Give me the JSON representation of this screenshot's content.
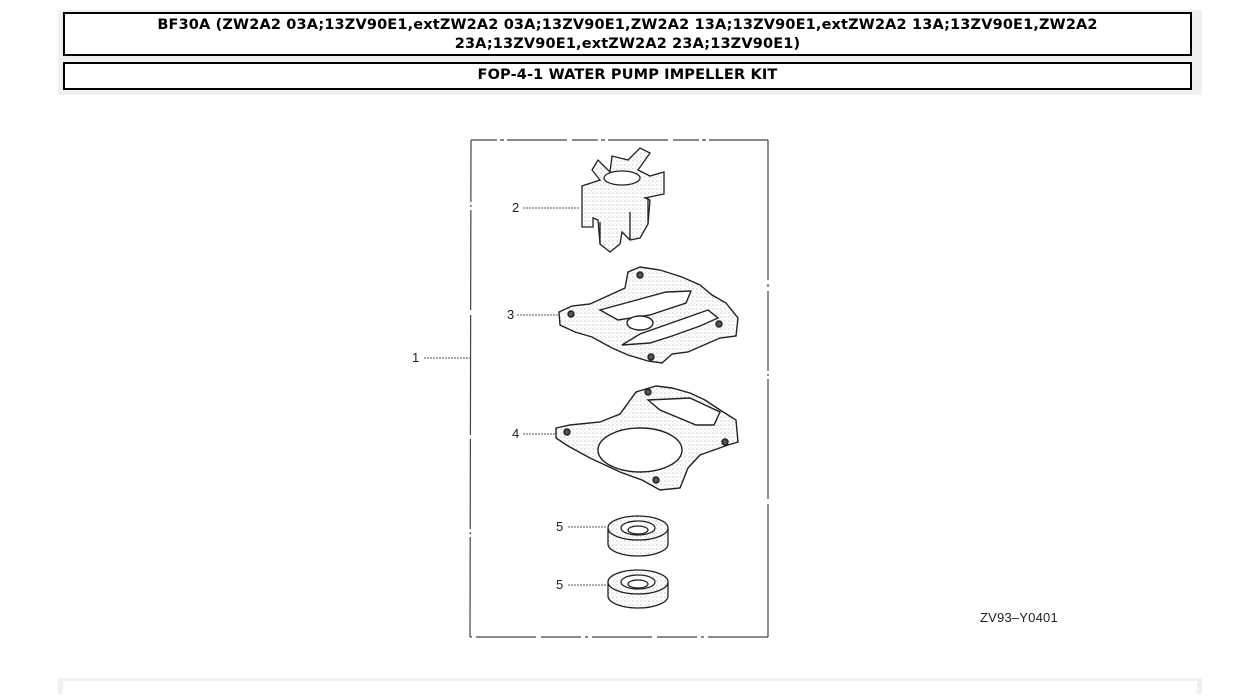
{
  "header": {
    "model_title": "BF30A (ZW2A2 03A;13ZV90E1,extZW2A2 03A;13ZV90E1,ZW2A2 13A;13ZV90E1,extZW2A2 13A;13ZV90E1,ZW2A2 23A;13ZV90E1,extZW2A2 23A;13ZV90E1)",
    "section_title": "FOP-4-1 WATER PUMP IMPELLER KIT"
  },
  "diagram": {
    "figure_code": "ZV93–Y0401",
    "callouts": [
      {
        "number": "1",
        "part": "water-pump-impeller-kit"
      },
      {
        "number": "2",
        "part": "impeller"
      },
      {
        "number": "3",
        "part": "impeller-plate-gasket"
      },
      {
        "number": "4",
        "part": "housing-gasket"
      },
      {
        "number": "5",
        "part": "oil-seal-upper"
      },
      {
        "number": "5",
        "part": "oil-seal-lower"
      }
    ]
  },
  "colors": {
    "panel_bg": "#f0f0f0",
    "border": "#000000",
    "line_art": "#333333"
  }
}
